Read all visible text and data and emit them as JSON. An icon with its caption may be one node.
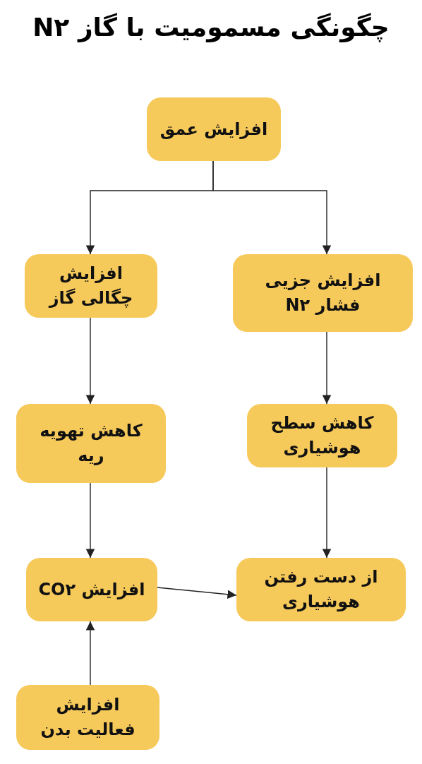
{
  "diagram": {
    "title": "چگونگی مسمومیت با گاز N۲",
    "nodes": [
      {
        "text": [
          "افزایش عمق"
        ]
      },
      {
        "text": [
          "افزایش جزیی فشار N۲"
        ]
      },
      {
        "text": [
          "افزایش چگالی گاز"
        ]
      },
      {
        "text": [
          "کاهش سطح هوشیاری"
        ]
      },
      {
        "text": [
          "کاهش تهویه ریه"
        ]
      },
      {
        "text": [
          "از دست رفتن هوشیاری"
        ]
      },
      {
        "text": [
          "افزایش CO۲"
        ]
      },
      {
        "text": [
          "افزایش فعالیت بدن"
        ]
      }
    ],
    "edges": [
      {
        "from": 0,
        "to": 1,
        "arrow": "to"
      },
      {
        "from": 0,
        "to": 2,
        "arrow": "to"
      },
      {
        "from": 1,
        "to": 3,
        "arrow": "to"
      },
      {
        "from": 2,
        "to": 4,
        "arrow": "to"
      },
      {
        "from": 3,
        "to": 5,
        "arrow": "to"
      },
      {
        "from": 4,
        "to": 6,
        "arrow": "to"
      },
      {
        "from": 6,
        "to": 5,
        "arrow": "to"
      },
      {
        "from": 7,
        "to": 6,
        "arrow": "to"
      }
    ]
  }
}
